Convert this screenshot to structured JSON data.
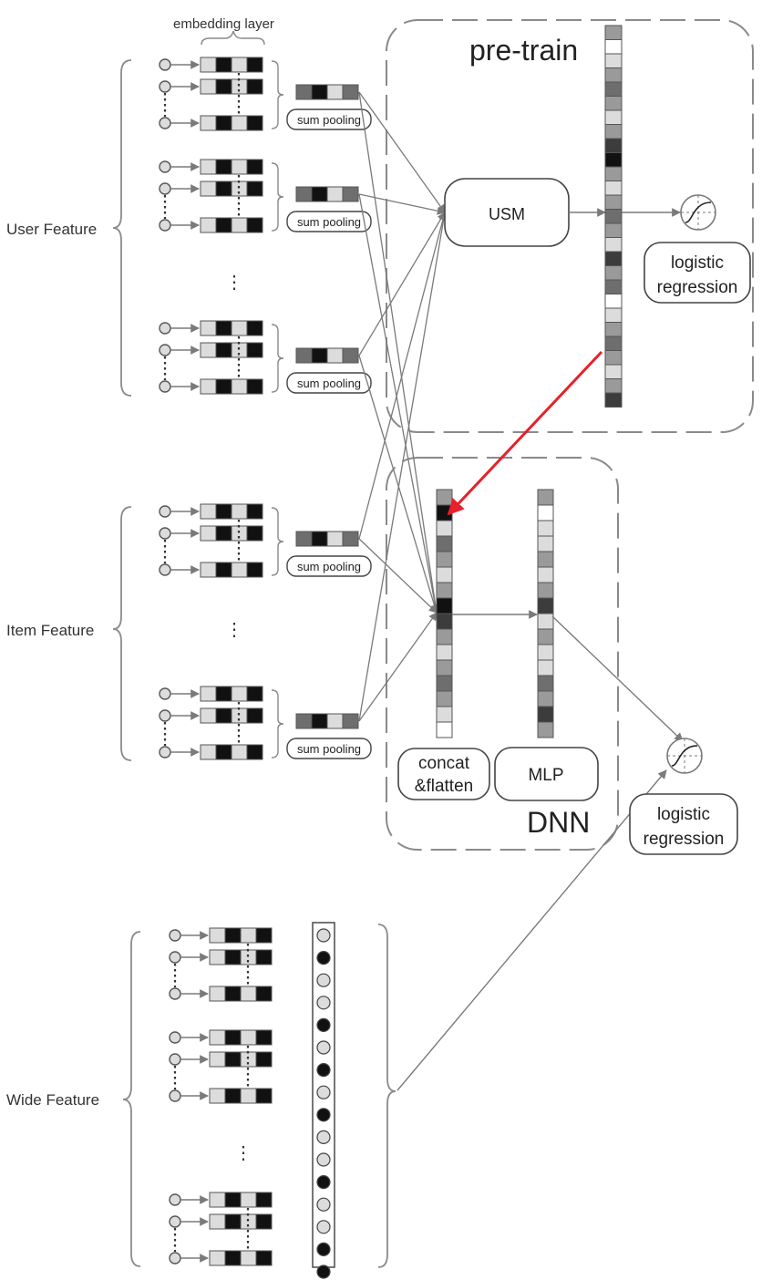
{
  "labels": {
    "embedding_layer": "embedding layer",
    "pretrain_title": "pre-train",
    "dnn_title": "DNN",
    "user_feature": "User Feature",
    "item_feature": "Item Feature",
    "wide_feature": "Wide Feature",
    "usm": "USM",
    "sum_pooling": "sum pooling",
    "logistic": "logistic",
    "regression": "regression",
    "concat": "concat",
    "flatten": "&flatten",
    "mlp": "MLP",
    "ellipsis": "⋮"
  },
  "colors": {
    "line": "#7a7a7a",
    "dashed_box": "#8a8a8a",
    "accent_arrow": "#e8202a",
    "cell_white": "#ffffff",
    "cell_light": "#dcdcdc",
    "cell_mid": "#9a9a9a",
    "cell_dark": "#6e6e6e",
    "cell_darker": "#3c3c3c",
    "cell_black": "#111111"
  },
  "embedding_pattern": [
    "light",
    "black",
    "light",
    "black"
  ],
  "pooled_pattern": [
    "dark",
    "black",
    "light",
    "dark"
  ],
  "pretrain_vector": [
    "mid",
    "white",
    "light",
    "mid",
    "dark",
    "mid",
    "light",
    "mid",
    "darker",
    "black",
    "mid",
    "light",
    "mid",
    "dark",
    "mid",
    "light",
    "darker",
    "mid",
    "dark",
    "white",
    "light",
    "mid",
    "dark",
    "mid",
    "light",
    "mid",
    "darker"
  ],
  "concat_vector": [
    "mid",
    "black",
    "light",
    "dark",
    "mid",
    "light",
    "mid",
    "black",
    "darker",
    "mid",
    "light",
    "mid",
    "dark",
    "mid",
    "light",
    "white"
  ],
  "mlp_vector": [
    "mid",
    "white",
    "light",
    "light",
    "mid",
    "light",
    "mid",
    "darker",
    "light",
    "mid",
    "light",
    "light",
    "dark",
    "mid",
    "darker",
    "mid"
  ],
  "wide_vector": [
    "light",
    "black",
    "light",
    "light",
    "black",
    "light",
    "black",
    "light",
    "black",
    "light",
    "light",
    "black",
    "light",
    "light",
    "black",
    "black"
  ]
}
